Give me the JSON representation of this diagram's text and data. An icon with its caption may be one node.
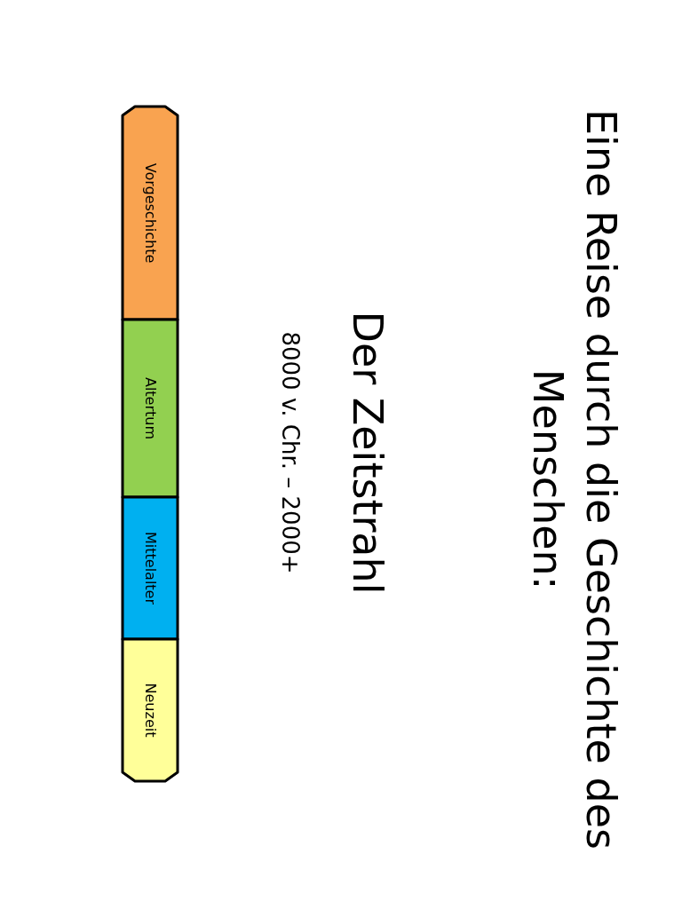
{
  "diagram": {
    "title": "Eine Reise durch die Geschichte des Menschen:",
    "nodes": [
      {
        "text": [
          "Vorgeschichte"
        ]
      },
      {
        "text": [
          "Altertum"
        ]
      },
      {
        "text": [
          "Mittelalter"
        ]
      },
      {
        "text": [
          "Neuzeit"
        ]
      }
    ],
    "edges": [],
    "labels": [
      "Der Zeitstrahl",
      "8000 v. Chr. – 2000+"
    ]
  }
}
